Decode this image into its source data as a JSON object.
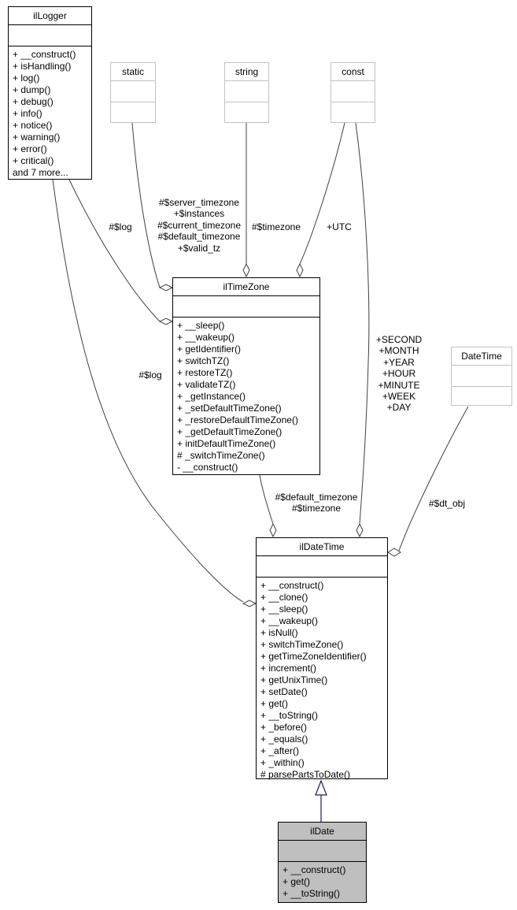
{
  "diagram": {
    "type": "uml-collaboration-diagram",
    "classes": {
      "illogger": {
        "title": "ilLogger",
        "methods": [
          "+ __construct()",
          "+ isHandling()",
          "+ log()",
          "+ dump()",
          "+ debug()",
          "+ info()",
          "+ notice()",
          "+ warning()",
          "+ error()",
          "+ critical()",
          "and 7 more..."
        ]
      },
      "static": {
        "title": "static"
      },
      "string": {
        "title": "string"
      },
      "const": {
        "title": "const"
      },
      "iltimezone": {
        "title": "ilTimeZone",
        "methods": [
          "+ __sleep()",
          "+ __wakeup()",
          "+ getIdentifier()",
          "+ switchTZ()",
          "+ restoreTZ()",
          "+ validateTZ()",
          "+ _getInstance()",
          "+ _setDefaultTimeZone()",
          "+ _restoreDefaultTimeZone()",
          "+ _getDefaultTimeZone()",
          "+ initDefaultTimeZone()",
          "# _switchTimeZone()",
          "- __construct()"
        ]
      },
      "datetime": {
        "title": "DateTime"
      },
      "ildatetime": {
        "title": "ilDateTime",
        "methods": [
          "+ __construct()",
          "+ __clone()",
          "+ __sleep()",
          "+ __wakeup()",
          "+ isNull()",
          "+ switchTimeZone()",
          "+ getTimeZoneIdentifier()",
          "+ increment()",
          "+ getUnixTime()",
          "+ setDate()",
          "+ get()",
          "+ __toString()",
          "+ _before()",
          "+ _equals()",
          "+ _after()",
          "+ _within()",
          "# parsePartsToDate()"
        ]
      },
      "ildate": {
        "title": "ilDate",
        "methods": [
          "+ __construct()",
          "+ get()",
          "+ __toString()"
        ]
      }
    },
    "edge_labels": {
      "log_to_timezone": "#$log",
      "static_members": "#$server_timezone\n+$instances\n#$current_timezone\n#$default_timezone\n+$valid_tz",
      "string_member": "#$timezone",
      "utc": "+UTC",
      "log_to_datetime": "#$log",
      "const_members": "+SECOND\n+MONTH\n+YEAR\n+HOUR\n+MINUTE\n+WEEK\n+DAY",
      "timezone_members": "#$default_timezone\n#$timezone",
      "dt_obj": "#$dt_obj"
    },
    "colors": {
      "box_border": "#000000",
      "weak_box_border": "#c2c2c2",
      "highlight_fill": "#bfbfbf",
      "edge": "#404040",
      "generalization": "#191970"
    }
  }
}
